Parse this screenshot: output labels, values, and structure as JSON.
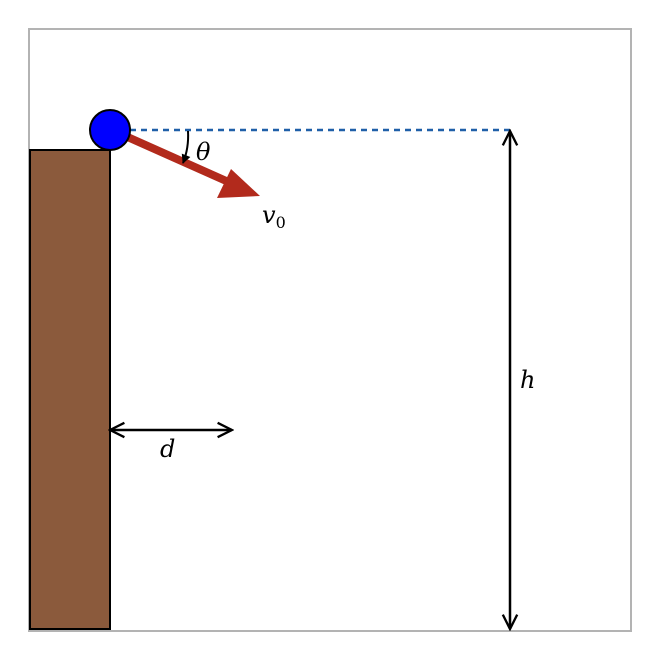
{
  "labels": {
    "velocity_symbol": "v",
    "velocity_subscript": "0",
    "angle": "θ",
    "height": "h",
    "distance": "d"
  },
  "colors": {
    "frame_border": "#b3b3b3",
    "cliff_fill": "#8b5a3c",
    "cliff_stroke": "#000000",
    "ball_fill": "#0000ff",
    "ball_stroke": "#000000",
    "velocity_arrow": "#b22a1c",
    "reference_line": "#1f5fa8",
    "dimension_arrows": "#000000"
  },
  "icons": {
    "ball": "circle",
    "velocity": "arrow",
    "angle": "arc-arrow"
  }
}
